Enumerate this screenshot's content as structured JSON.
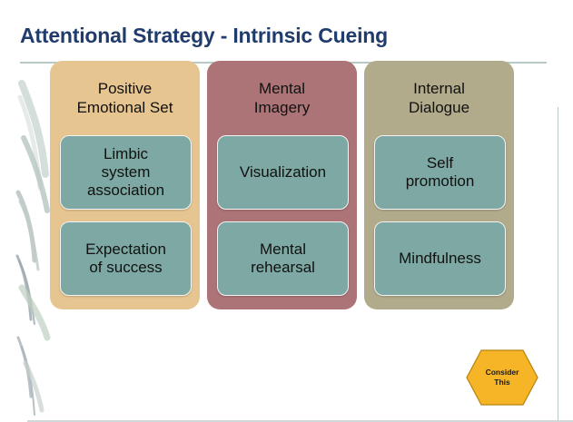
{
  "slide": {
    "title": "Attentional Strategy - Intrinsic Cueing",
    "columns": [
      {
        "label": "Positive\nEmotional Set",
        "cards": [
          "Limbic\nsystem\nassociation",
          "Expectation\nof success"
        ]
      },
      {
        "label": "Mental\nImagery",
        "cards": [
          "Visualization",
          "Mental\nrehearsal"
        ]
      },
      {
        "label": "Internal\nDialogue",
        "cards": [
          "Self\npromotion",
          "Mindfulness"
        ]
      }
    ],
    "consider_button": {
      "label": "Consider\nThis"
    }
  },
  "colors": {
    "title_text": "#1f3c6c",
    "column_1": "#e6c590",
    "column_2": "#ac7477",
    "column_3": "#b1aa8b",
    "card_fill": "#7da8a3",
    "card_text": "#111111",
    "column_text": "#111111",
    "consider_fill": "#f6b526",
    "consider_stroke": "#b8820e",
    "accent_line": "#b9c9c6"
  },
  "icons": {
    "decoration": "feather-decoration-icon",
    "consider": "hexagon-icon"
  }
}
